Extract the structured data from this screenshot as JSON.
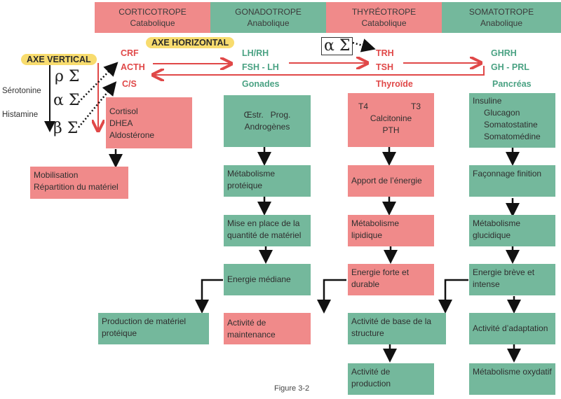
{
  "headers": [
    {
      "name": "CORTICOTROPE",
      "type": "Catabolique",
      "color": "#f08a8a"
    },
    {
      "name": "GONADOTROPE",
      "type": "Anabolique",
      "color": "#74b89c"
    },
    {
      "name": "THYRÉOTROPE",
      "type": "Catabolique",
      "color": "#f08a8a"
    },
    {
      "name": "SOMATOTROPE",
      "type": "Anabolique",
      "color": "#74b89c"
    }
  ],
  "axes": {
    "vertical": "AXE VERTICAL",
    "horizontal": "AXE HORIZONTAL"
  },
  "left_labels": {
    "serotonine": "Sérotonine",
    "histamine": "Histamine",
    "rho": "ρ Σ",
    "alpha": "α Σ",
    "beta": "β Σ",
    "alpha_boxed": "α Σ"
  },
  "hormones": {
    "cortico": [
      "CRF",
      "ACTH",
      "C/S"
    ],
    "gonado": [
      "LH/RH",
      "FSH - LH",
      "Gonades"
    ],
    "thyreo": [
      "TRH",
      "TSH",
      "Thyroïde"
    ],
    "somato": [
      "GHRH",
      "GH - PRL",
      "Pancréas"
    ]
  },
  "boxes": {
    "cortisol": [
      "Cortisol",
      "DHEA",
      "Aldostérone"
    ],
    "mobilisation": [
      "Mobilisation",
      "Répartition du matériel"
    ],
    "oestr": [
      "Œstr.   Prog.",
      "Androgènes"
    ],
    "thyro_h": {
      "t4": "T4",
      "t3": "T3",
      "l2": "Calcitonine",
      "l3": "PTH"
    },
    "insuline": [
      "Insuline",
      "Glucagon",
      "Somatostatine",
      "Somatomédine"
    ],
    "meta_prot": "Métabolisme protéique",
    "mise_place": "Mise en place de la quantité de matériel",
    "energie_med": "Energie médiane",
    "prod_mat": "Production de matériel protéique",
    "apport": "Apport de l’énergie",
    "meta_lip": "Métabolisme lipidique",
    "energie_forte": "Energie forte et durable",
    "maintenance": "Activité de maintenance",
    "faconnage": "Façonnage finition",
    "meta_gluc": "Métabolisme glucidique",
    "energie_breve": "Energie brève et intense",
    "base_struct": "Activité de base de la structure",
    "adaptation": "Activité d’adaptation",
    "production": "Activité de production",
    "oxydatif": "Métabolisme oxydatif"
  },
  "caption": "Figure 3-2"
}
